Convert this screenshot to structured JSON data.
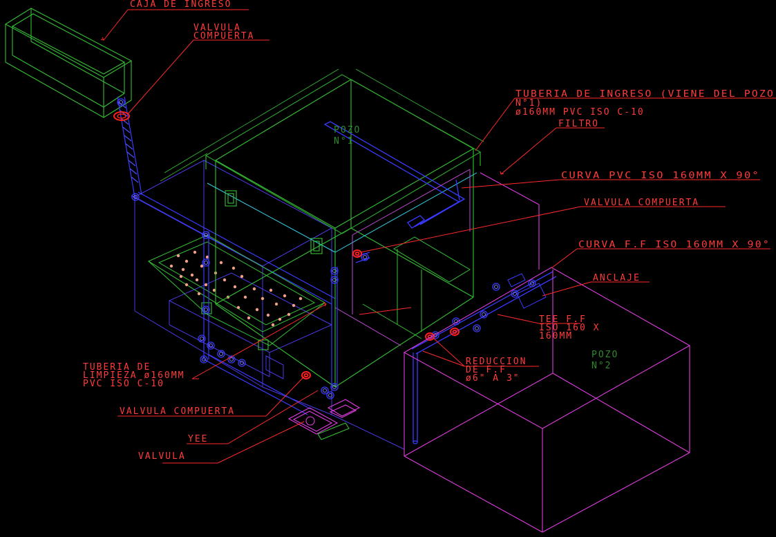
{
  "colors": {
    "background": "#000000",
    "label_text": "#ff3b3b",
    "leader": "#ff2a2a",
    "pozo_text": "#2d8a2d",
    "green_wire": "#35c235",
    "blue_wire": "#3a3aff",
    "magenta_wire": "#e23be2",
    "white_wire": "#e8e8e8",
    "cyan_wire": "#34d0e8",
    "valve_red": "#ff2020",
    "particle": "#f0a088"
  },
  "labels": {
    "caja_ingreso": "CAJA DE INGRESO",
    "valvula_compuerta_top_1": "VALVULA",
    "valvula_compuerta_top_2": "COMPUERTA",
    "tuberia_ingreso_1": "TUBERIA DE INGRESO (VIENE DEL POZO",
    "tuberia_ingreso_2": "N°1)",
    "tuberia_ingreso_3": "ø160MM PVC ISO C-10",
    "filtro": "FILTRO",
    "curva_pvc": "CURVA PVC ISO 160MM X 90°",
    "valvula_compuerta_right": "VALVULA COMPUERTA",
    "curva_ff": "CURVA F.F ISO 160MM X 90°",
    "anclaje": "ANCLAJE",
    "tee_ff_1": "TEE F.F",
    "tee_ff_2": "ISO 160 X",
    "tee_ff_3": "160MM",
    "reduccion_1": "REDUCCION",
    "reduccion_2": "DE F.F",
    "reduccion_3": "ø6\" A 3\"",
    "tuberia_limpieza_1": "TUBERIA DE",
    "tuberia_limpieza_2": "LIMPIEZA ø160MM",
    "tuberia_limpieza_3": "PVC ISO C-10",
    "valvula_compuerta_bottom": "VALVULA COMPUERTA",
    "yee": "YEE",
    "valvula": "VALVULA",
    "pozo1_1": "POZO",
    "pozo1_2": "N°1",
    "pozo2_1": "POZO",
    "pozo2_2": "N°2"
  }
}
